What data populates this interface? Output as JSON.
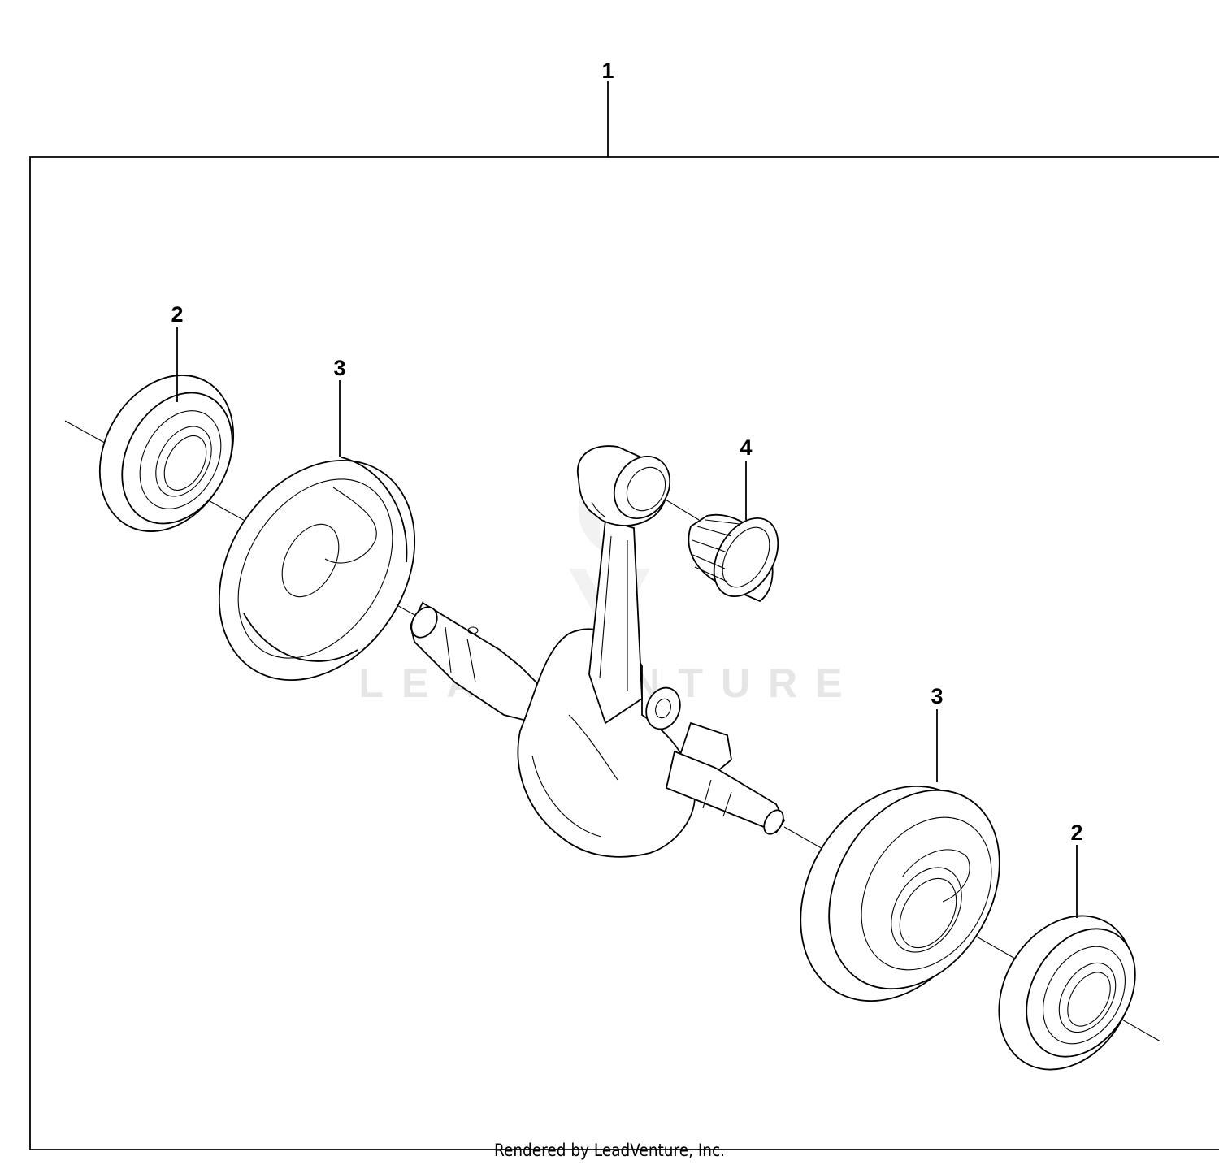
{
  "callouts": {
    "assembly": "1",
    "bearing_left": "2",
    "washer_left": "3",
    "needle_bearing": "4",
    "washer_right": "3",
    "bearing_right": "2"
  },
  "watermark": "LEADVENTURE",
  "footer": "Rendered by LeadVenture, Inc.",
  "colors": {
    "line": "#000000",
    "background": "#ffffff",
    "watermark": "#e6e6e6"
  }
}
